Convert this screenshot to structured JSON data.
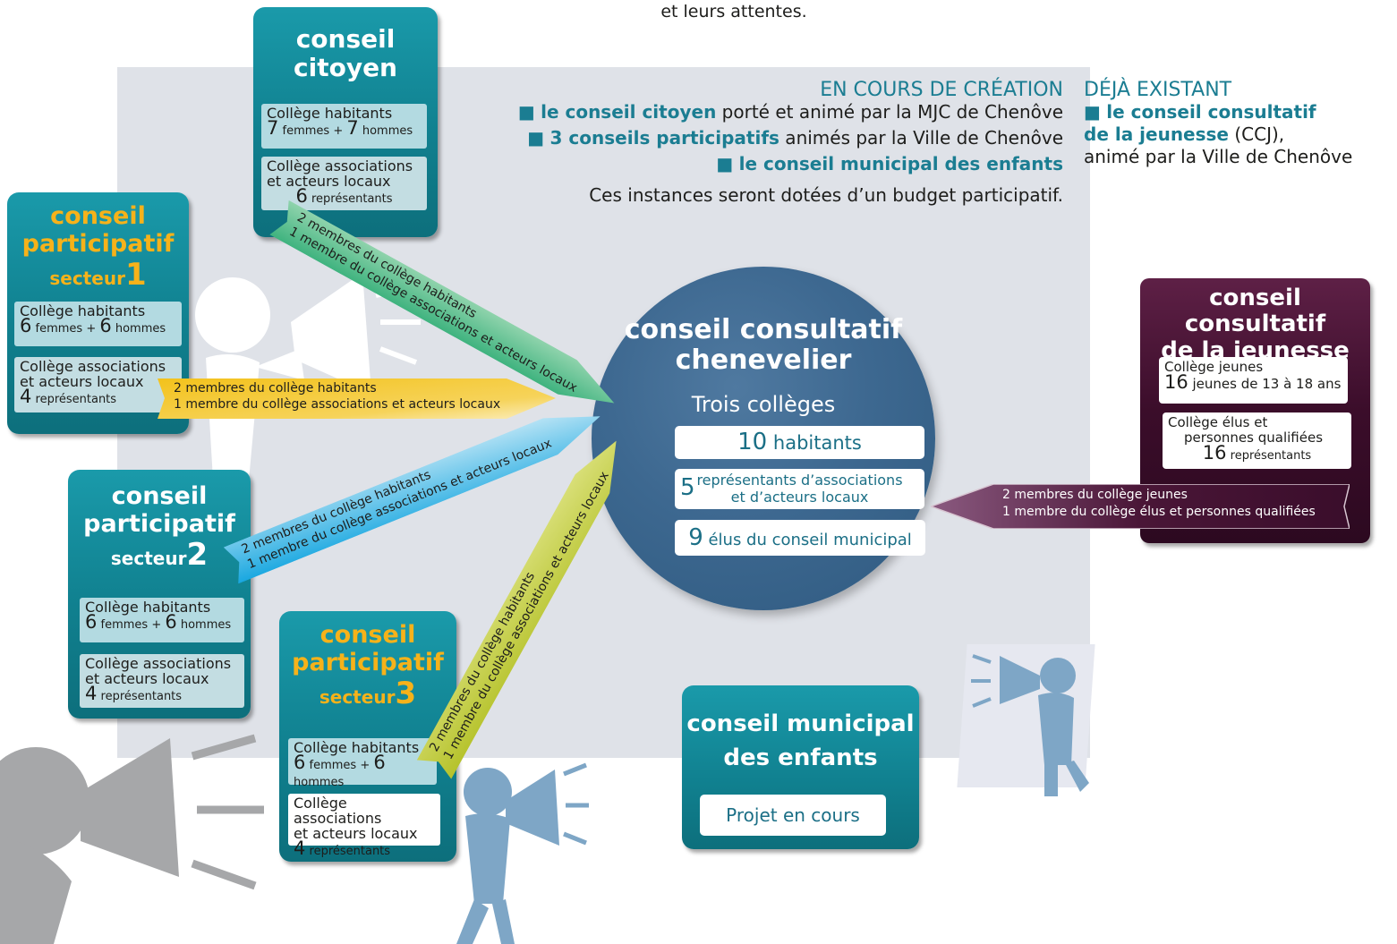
{
  "intro_tail": "et leurs attentes.",
  "legend_creation": {
    "heading": "EN COURS DE CRÉATION",
    "item1_bold": "le conseil citoyen",
    "item1_rest": " porté et animé par la MJC de Chenôve",
    "item2_bold": "3 conseils participatifs",
    "item2_rest": " animés par la Ville de Chenôve",
    "item3_bold": "le conseil municipal des enfants",
    "note": "Ces instances seront dotées d’un budget participatif."
  },
  "legend_existing": {
    "heading": "DÉJÀ EXISTANT",
    "bold_line1": "le conseil consultatif",
    "bold_line2": "de la jeunesse",
    "rest_line2": " (CCJ),",
    "line3": "animé par la Ville de Chenôve"
  },
  "conseil_citoyen": {
    "title_line1": "conseil",
    "title_line2": "citoyen",
    "college1_label": "Collège habitants",
    "college1_n1": "7",
    "college1_t1": " femmes + ",
    "college1_n2": "7",
    "college1_t2": " hommes",
    "college2_line1": "Collège associations",
    "college2_line2": "et acteurs locaux",
    "college2_n": "6",
    "college2_t": " représentants"
  },
  "secteur1": {
    "title_line1": "conseil",
    "title_line2": "participatif",
    "secteur_word": "secteur",
    "secteur_num": "1",
    "college1_label": "Collège habitants",
    "college1_n1": "6",
    "college1_t1": " femmes + ",
    "college1_n2": "6",
    "college1_t2": " hommes",
    "college2_line1": "Collège associations",
    "college2_line2": "et acteurs locaux",
    "college2_n": "4",
    "college2_t": " représentants"
  },
  "secteur2": {
    "title_line1": "conseil",
    "title_line2": "participatif",
    "secteur_word": "secteur",
    "secteur_num": "2",
    "college1_label": "Collège habitants",
    "college1_n1": "6",
    "college1_t1": " femmes + ",
    "college1_n2": "6",
    "college1_t2": " hommes",
    "college2_line1": "Collège associations",
    "college2_line2": "et acteurs locaux",
    "college2_n": "4",
    "college2_t": " représentants"
  },
  "secteur3": {
    "title_line1": "conseil",
    "title_line2": "participatif",
    "secteur_word": "secteur",
    "secteur_num": "3",
    "college1_label": "Collège habitants",
    "college1_n1": "6",
    "college1_t1": " femmes + ",
    "college1_n2": "6",
    "college1_t2": " hommes",
    "college2_line1": "Collège associations",
    "college2_line2": "et acteurs locaux",
    "college2_n": "4",
    "college2_t": " représentants"
  },
  "central": {
    "title_line1": "conseil consultatif",
    "title_line2": "chenevelier",
    "subtitle": "Trois collèges",
    "c1_n": "10",
    "c1_t": " habitants",
    "c2_n": "5",
    "c2_t1": "représentants d’associations",
    "c2_t2": "et d’acteurs locaux",
    "c3_n": "9",
    "c3_t": " élus du conseil municipal"
  },
  "ccj": {
    "title_line1": "conseil consultatif",
    "title_line2": "de la jeunesse",
    "college1_label": "Collège jeunes",
    "college1_n": "16",
    "college1_t": " jeunes de 13 à 18 ans",
    "college2_line1": "Collège élus et",
    "college2_line2": "personnes qualifiées",
    "college2_n": "16",
    "college2_t": " représentants"
  },
  "cmde": {
    "title_line1": "conseil municipal",
    "title_line2": "des enfants",
    "status": "Projet en cours"
  },
  "ribbons": {
    "citoyen_l1": "2 membres du collège habitants",
    "citoyen_l2": "1 membre du collège associations et acteurs locaux",
    "s1_l1": "2 membres du collège habitants",
    "s1_l2": "1 membre du collège associations et acteurs locaux",
    "s2_l1": "2 membres du collège habitants",
    "s2_l2": "1 membre du collège associations et acteurs locaux",
    "s3_l1": "2 membres du collège habitants",
    "s3_l2": "1 membre du collège associations et acteurs locaux",
    "ccj_l1": "2 membres du collège jeunes",
    "ccj_l2": "1 membre du collège élus et personnes qualifiées"
  },
  "colors": {
    "teal_card": "#10808f",
    "yellow_title": "#f6b21a",
    "green_arrow": "#3fb37f",
    "yellow_arrow": "#f3c21c",
    "blue_arrow": "#18a7e0",
    "olive_arrow": "#b5c22a",
    "purple_arrow": "#4a1637",
    "circle_blue": "#3d6890",
    "plum_card": "#3b0d2a",
    "legend_teal": "#1b7d92"
  },
  "icons": [
    "megaphone-person-icon"
  ]
}
